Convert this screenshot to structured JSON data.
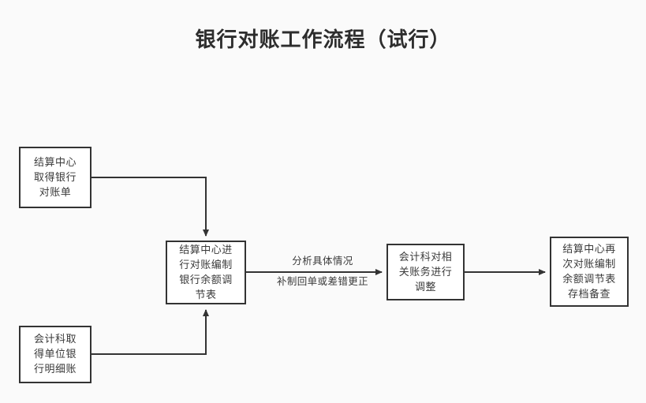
{
  "document": {
    "title": "银行对账工作流程（试行）",
    "background_color": "#fafafa",
    "box_fill_color": "#ffffff",
    "box_border_color": "#333333",
    "text_color": "#3a3a3a",
    "title_color": "#2d2d2d"
  },
  "flowchart": {
    "type": "process-flow-diagram",
    "nodes": [
      {
        "id": "get-statement",
        "label": "结算中心\n取得银行\n对账单",
        "role": "start"
      },
      {
        "id": "get-ledger",
        "label": "会计科取\n得单位银\n行明细账",
        "role": "start"
      },
      {
        "id": "reconcile",
        "label": "结算中心进\n行对账编制\n银行余额调\n节表",
        "role": "process"
      },
      {
        "id": "adjust-accounts",
        "label": "会计科对相\n关账务进行\n调整",
        "role": "process"
      },
      {
        "id": "archive",
        "label": "结算中心再\n次对账编制\n余额调节表\n存档备查",
        "role": "end"
      }
    ],
    "edges": [
      {
        "id": "statement-to-reconcile",
        "from": "get-statement",
        "to": "reconcile",
        "label": ""
      },
      {
        "id": "ledger-to-reconcile",
        "from": "get-ledger",
        "to": "reconcile",
        "label": ""
      },
      {
        "id": "reconcile-to-adjust",
        "from": "reconcile",
        "to": "adjust-accounts",
        "label_line1": "分析具体情况",
        "label_line2": "补制回单或差错更正"
      },
      {
        "id": "adjust-to-archive",
        "from": "adjust-accounts",
        "to": "archive",
        "label": ""
      }
    ]
  }
}
